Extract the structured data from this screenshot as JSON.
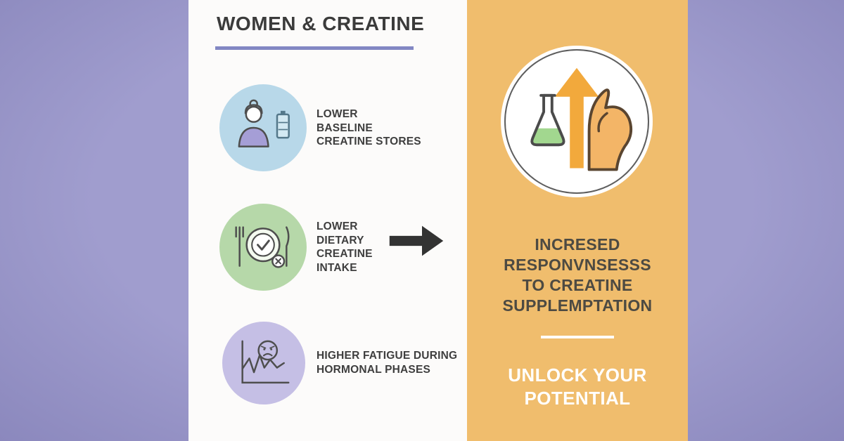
{
  "title": "WOMEN & CREATINE",
  "left_panel": {
    "items": [
      {
        "icon": "woman-battery-icon",
        "lines": [
          "LOWER",
          "BASELINE",
          "CREATINE STORES"
        ]
      },
      {
        "icon": "meal-plate-icon",
        "lines": [
          "LOWER",
          "DIETARY",
          "CREATINE",
          "INTAKE"
        ]
      },
      {
        "icon": "fatigue-graph-icon",
        "lines": [
          "HIGHER FATIGUE DURING",
          "HORMONAL PHASES"
        ]
      }
    ]
  },
  "right_panel": {
    "icon": "strength-boost-icon",
    "result_lines": [
      "INCRESED",
      "RESPONVNSESSS",
      "TO CREATINE",
      "SUPPLEMPTATION"
    ],
    "cta_lines": [
      "UNLOCK YOUR",
      "POTENTIAL"
    ]
  },
  "colors": {
    "background": "#9a97c9",
    "card": "#fcfbfa",
    "accent_panel": "#f0bd6d",
    "underline": "#8287c3",
    "circle_blue": "#b8d8e9",
    "circle_green": "#b6d8a9",
    "circle_purple": "#c5bfe5",
    "arrow": "#333333",
    "heading_text": "#3b3b3b",
    "body_text": "#3e3e3e",
    "result_text": "#4d4a42",
    "cta_text": "#ffffff"
  }
}
